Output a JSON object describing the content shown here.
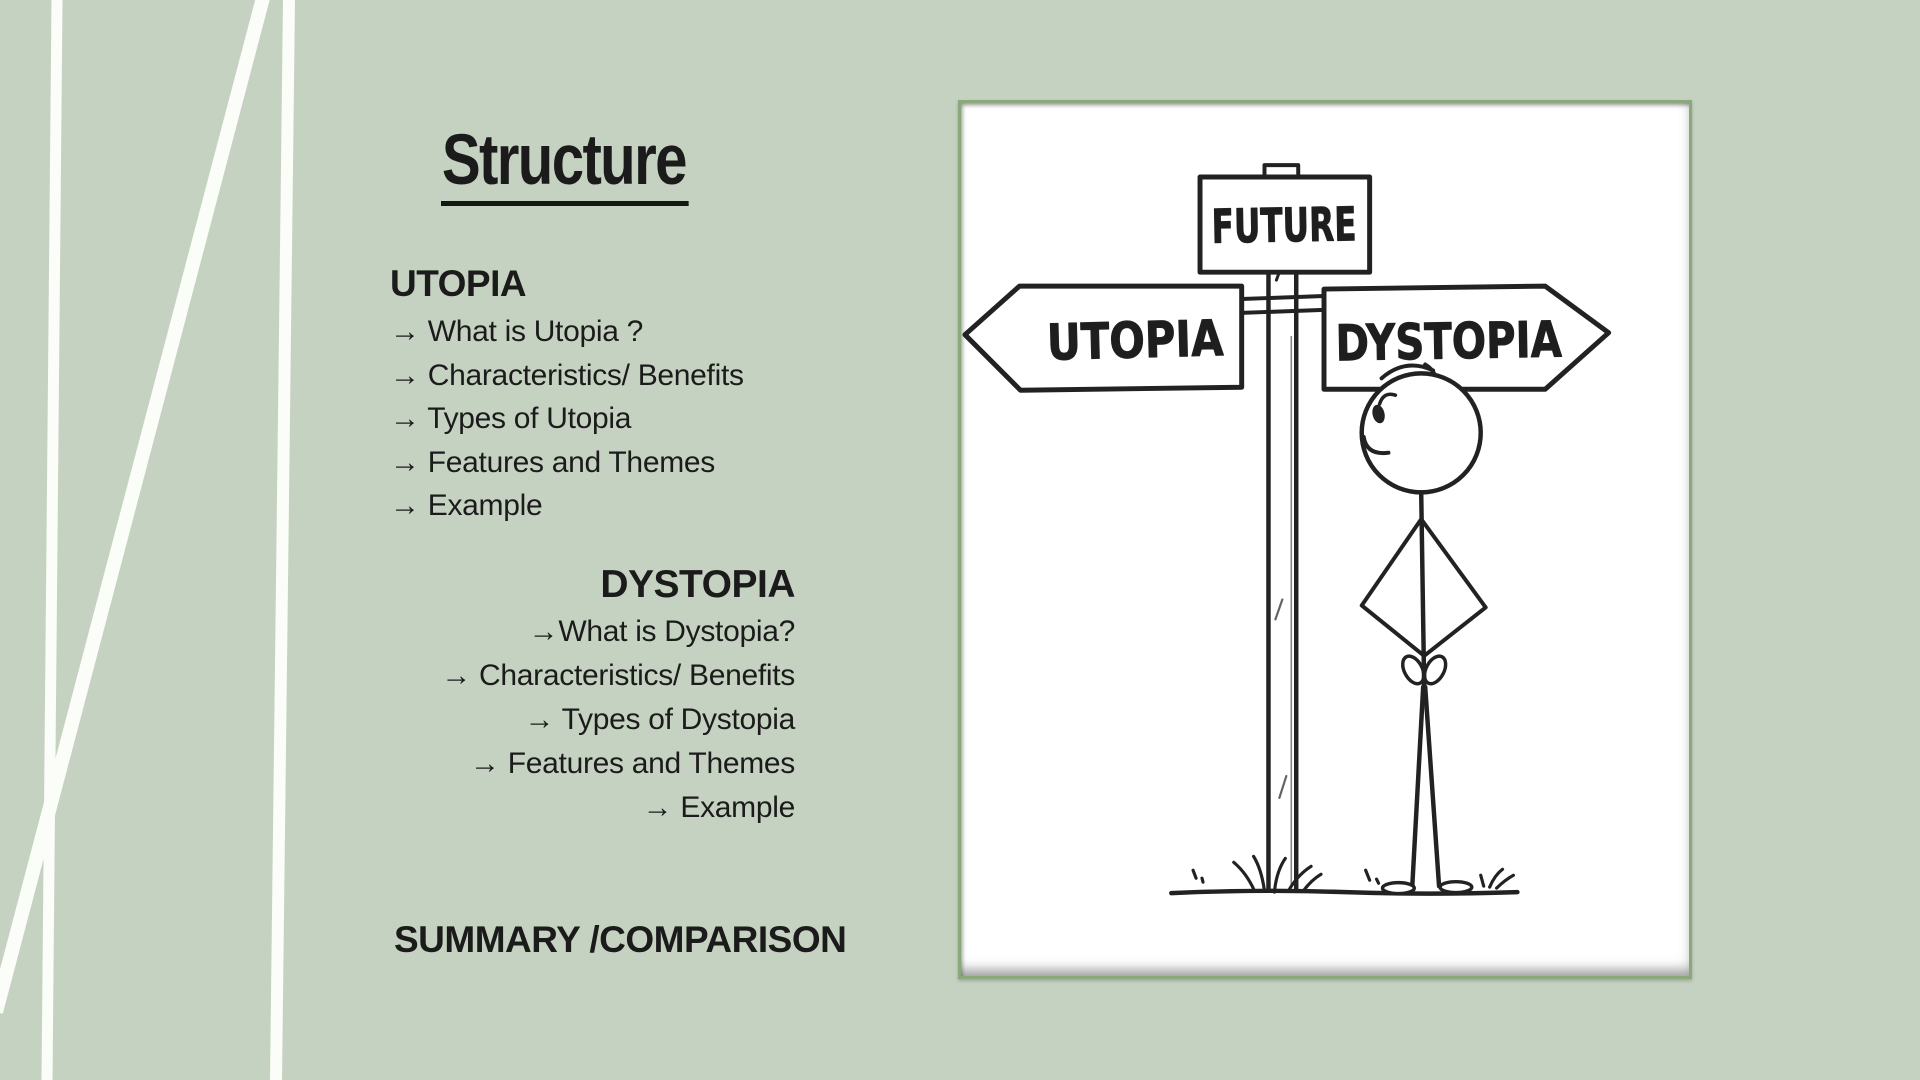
{
  "slide": {
    "title": "Structure",
    "sections": {
      "utopia": {
        "heading": "UTOPIA",
        "items": [
          "→ What is Utopia ?",
          "→ Characteristics/ Benefits",
          "→ Types of Utopia",
          "→ Features and Themes",
          "→ Example"
        ]
      },
      "dystopia": {
        "heading": "DYSTOPIA",
        "items": [
          "→What is Dystopia?",
          "→ Characteristics/ Benefits",
          "→ Types of Dystopia",
          "→ Features and Themes",
          "→ Example"
        ]
      }
    },
    "footer": "SUMMARY /COMPARISON"
  },
  "illustration": {
    "sign_labels": {
      "top": "FUTURE",
      "left": "UTOPIA",
      "right": "DYSTOPIA"
    }
  },
  "colors": {
    "background": "#c6d2c1",
    "text": "#1b1b1b",
    "accent_lines": "#fbfdf8",
    "frame_border": "#8aa87a",
    "frame_background": "#ffffff",
    "ink": "#222222"
  }
}
